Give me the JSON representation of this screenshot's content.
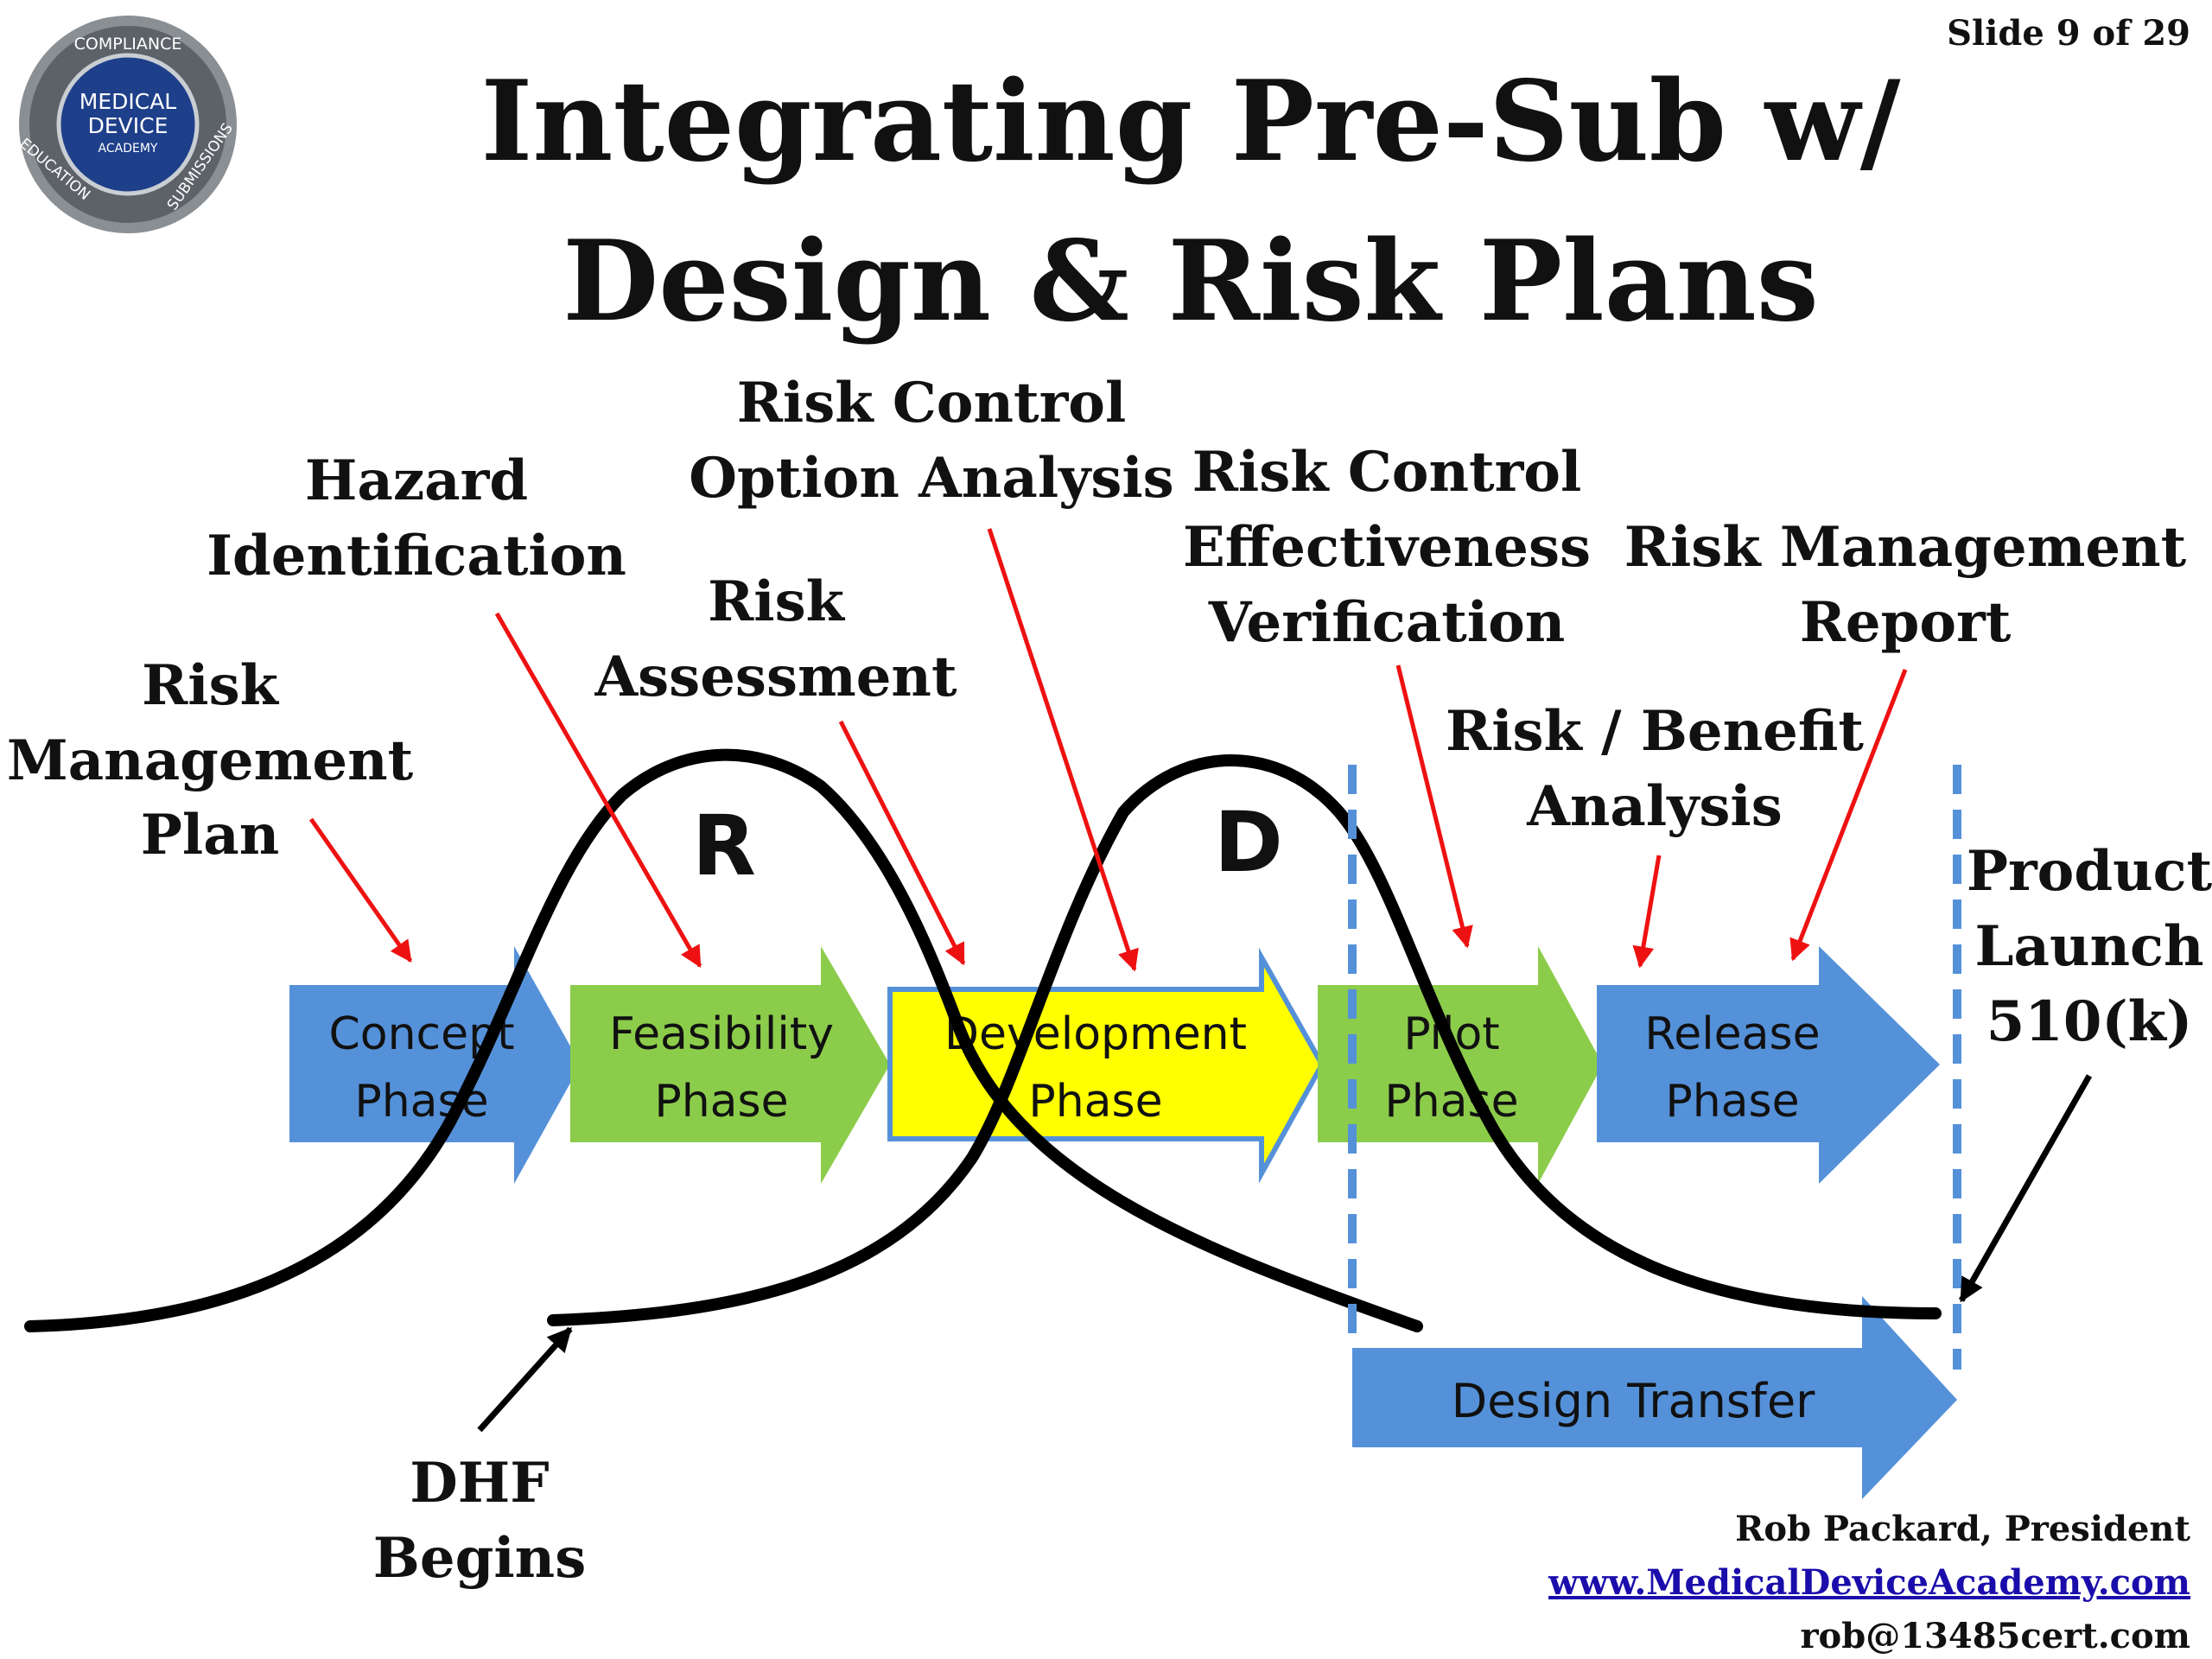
{
  "slide_number": "Slide 9 of 29",
  "title": {
    "line1": "Integrating Pre-Sub w/",
    "line2": "Design & Risk Plans"
  },
  "logo": {
    "top_text": "COMPLIANCE",
    "left_text": "EDUCATION",
    "right_text": "SUBMISSIONS",
    "center_line1": "MEDICAL",
    "center_line2": "DEVICE",
    "center_line3": "ACADEMY"
  },
  "curve_letters": {
    "r": "R",
    "d": "D"
  },
  "phases": [
    {
      "line1": "Concept",
      "line2": "Phase",
      "color": "#5591D9"
    },
    {
      "line1": "Feasibility",
      "line2": "Phase",
      "color": "#8CCC4B"
    },
    {
      "line1": "Development",
      "line2": "Phase",
      "color": "#FFFF00"
    },
    {
      "line1": "Pilot",
      "line2": "Phase",
      "color": "#8CCC4B"
    },
    {
      "line1": "Release",
      "line2": "Phase",
      "color": "#5591D9"
    }
  ],
  "design_transfer": {
    "label": "Design Transfer",
    "color": "#5591D9"
  },
  "risk_labels": {
    "plan": [
      "Risk",
      "Management",
      "Plan"
    ],
    "hazard": [
      "Hazard",
      "Identification"
    ],
    "assessment": [
      "Risk",
      "Assessment"
    ],
    "option": [
      "Risk Control",
      "Option Analysis"
    ],
    "verification": [
      "Risk Control",
      "Effectiveness",
      "Verification"
    ],
    "benefit": [
      "Risk / Benefit",
      "Analysis"
    ],
    "report": [
      "Risk Management",
      "Report"
    ]
  },
  "launch_label": [
    "Product",
    "Launch",
    "510(k)"
  ],
  "dhf_label": [
    "DHF",
    "Begins"
  ],
  "footer": {
    "author": "Rob Packard, President",
    "website": "www.MedicalDeviceAcademy.com",
    "email": "rob@13485cert.com"
  },
  "colors": {
    "annotation_arrow": "#EE1111",
    "pointer_arrow": "#000000",
    "milestone_dash": "#5591D9",
    "curve": "#000000"
  }
}
